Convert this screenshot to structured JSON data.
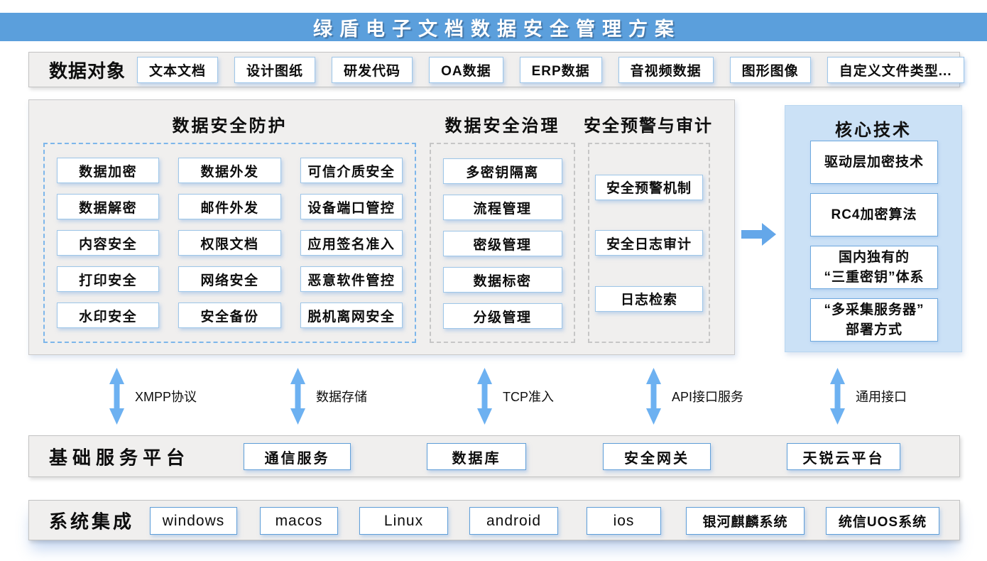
{
  "banner": {
    "title": "绿盾电子文档数据安全管理方案"
  },
  "data_objects": {
    "label": "数据对象",
    "items": [
      "文本文档",
      "设计图纸",
      "研发代码",
      "OA数据",
      "ERP数据",
      "音视频数据",
      "图形图像",
      "自定义文件类型..."
    ]
  },
  "main": {
    "protection": {
      "title": "数据安全防护",
      "items": [
        "数据加密",
        "数据外发",
        "可信介质安全",
        "数据解密",
        "邮件外发",
        "设备端口管控",
        "内容安全",
        "权限文档",
        "应用签名准入",
        "打印安全",
        "网络安全",
        "恶意软件管控",
        "水印安全",
        "安全备份",
        "脱机离网安全"
      ]
    },
    "governance": {
      "title": "数据安全治理",
      "items": [
        "多密钥隔离",
        "流程管理",
        "密级管理",
        "数据标密",
        "分级管理"
      ]
    },
    "audit": {
      "title": "安全预警与审计",
      "items": [
        "安全预警机制",
        "安全日志审计",
        "日志检索"
      ]
    }
  },
  "core_tech": {
    "title": "核心技术",
    "items": [
      "驱动层加密技术",
      "RC4加密算法",
      "国内独有的\n“三重密钥”体系",
      "“多采集服务器”\n部署方式"
    ]
  },
  "connectors": [
    "XMPP协议",
    "数据存储",
    "TCP准入",
    "API接口服务",
    "通用接口"
  ],
  "platform": {
    "label": "基础服务平台",
    "items": [
      "通信服务",
      "数据库",
      "安全网关",
      "天锐云平台"
    ]
  },
  "systems": {
    "label": "系统集成",
    "items": [
      "windows",
      "macos",
      "Linux",
      "android",
      "ios",
      "银河麒麟系统",
      "统信UOS系统"
    ]
  },
  "colors": {
    "banner_blue": "#5b9fdc",
    "arrow_blue": "#6badee",
    "big_arrow_blue": "#64a7e9",
    "core_panel_bg": "#cbe1f6",
    "chip_border_light": "#9ec6e8",
    "chip_border_accent": "#5f9ed8",
    "dashed_blue": "#7db6ea",
    "dashed_gray": "#c6c6c6",
    "strip_bg": "#f0efee"
  }
}
